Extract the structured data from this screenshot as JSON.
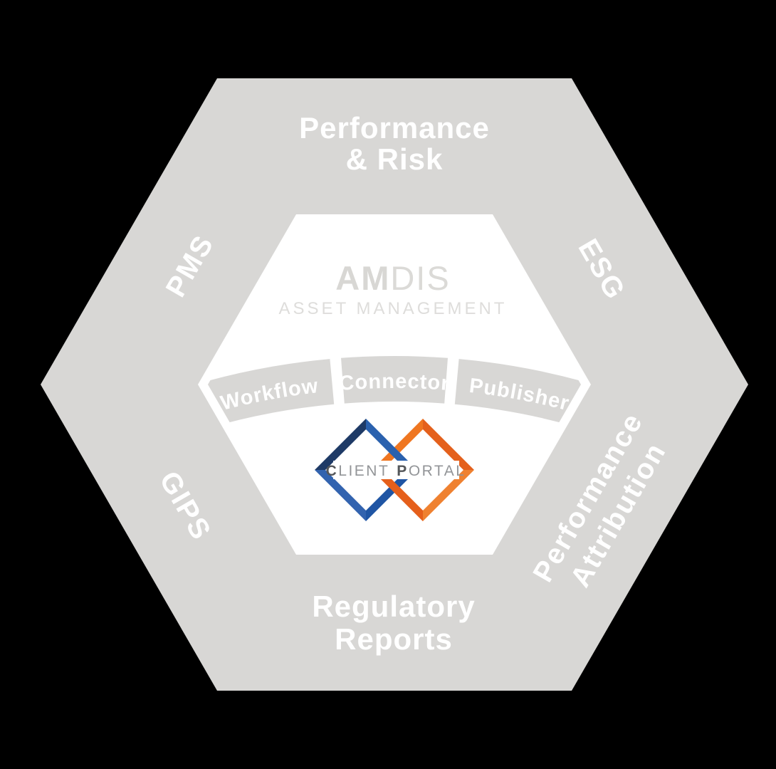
{
  "diagram": {
    "outer_labels": {
      "top_line1": "Performance",
      "top_line2": "& Risk",
      "upper_left": "PMS",
      "upper_right": "ESG",
      "lower_left": "GIPS",
      "lower_right_line1": "Performance",
      "lower_right_line2": "Attribution",
      "bottom_line1": "Regulatory",
      "bottom_line2": "Reports"
    },
    "center_brand": {
      "name_bold": "AM",
      "name_light": "DIS",
      "subtitle": "ASSET MANAGEMENT"
    },
    "modules": [
      {
        "label": "Workflow"
      },
      {
        "label": "Connector"
      },
      {
        "label": "Publisher"
      }
    ],
    "client_portal": {
      "word1_initial": "C",
      "word1_rest": "LIENT",
      "word2_initial": "P",
      "word2_rest": "ORTAL"
    },
    "colors": {
      "background": "#000000",
      "hexagon_gray": "#d8d7d5",
      "inner_hexagon_white": "#ffffff",
      "label_white": "#ffffff",
      "brand_gray": "#d8d7d4",
      "brand_subtitle_gray": "#dedddb",
      "portal_text_gray": "#939598",
      "portal_initial_gray": "#55575a",
      "diamond_blue_dark": "#1e3a66",
      "diamond_blue_mid": "#2a61ae",
      "diamond_blue_lower_right": "#1f55a4",
      "diamond_blue_lower_left": "#3263af",
      "diamond_orange_upper_left": "#ef7621",
      "diamond_orange_upper_right": "#e4601c",
      "diamond_orange_lower_right": "#ef8130",
      "diamond_orange_lower_left": "#e55f1b"
    }
  }
}
